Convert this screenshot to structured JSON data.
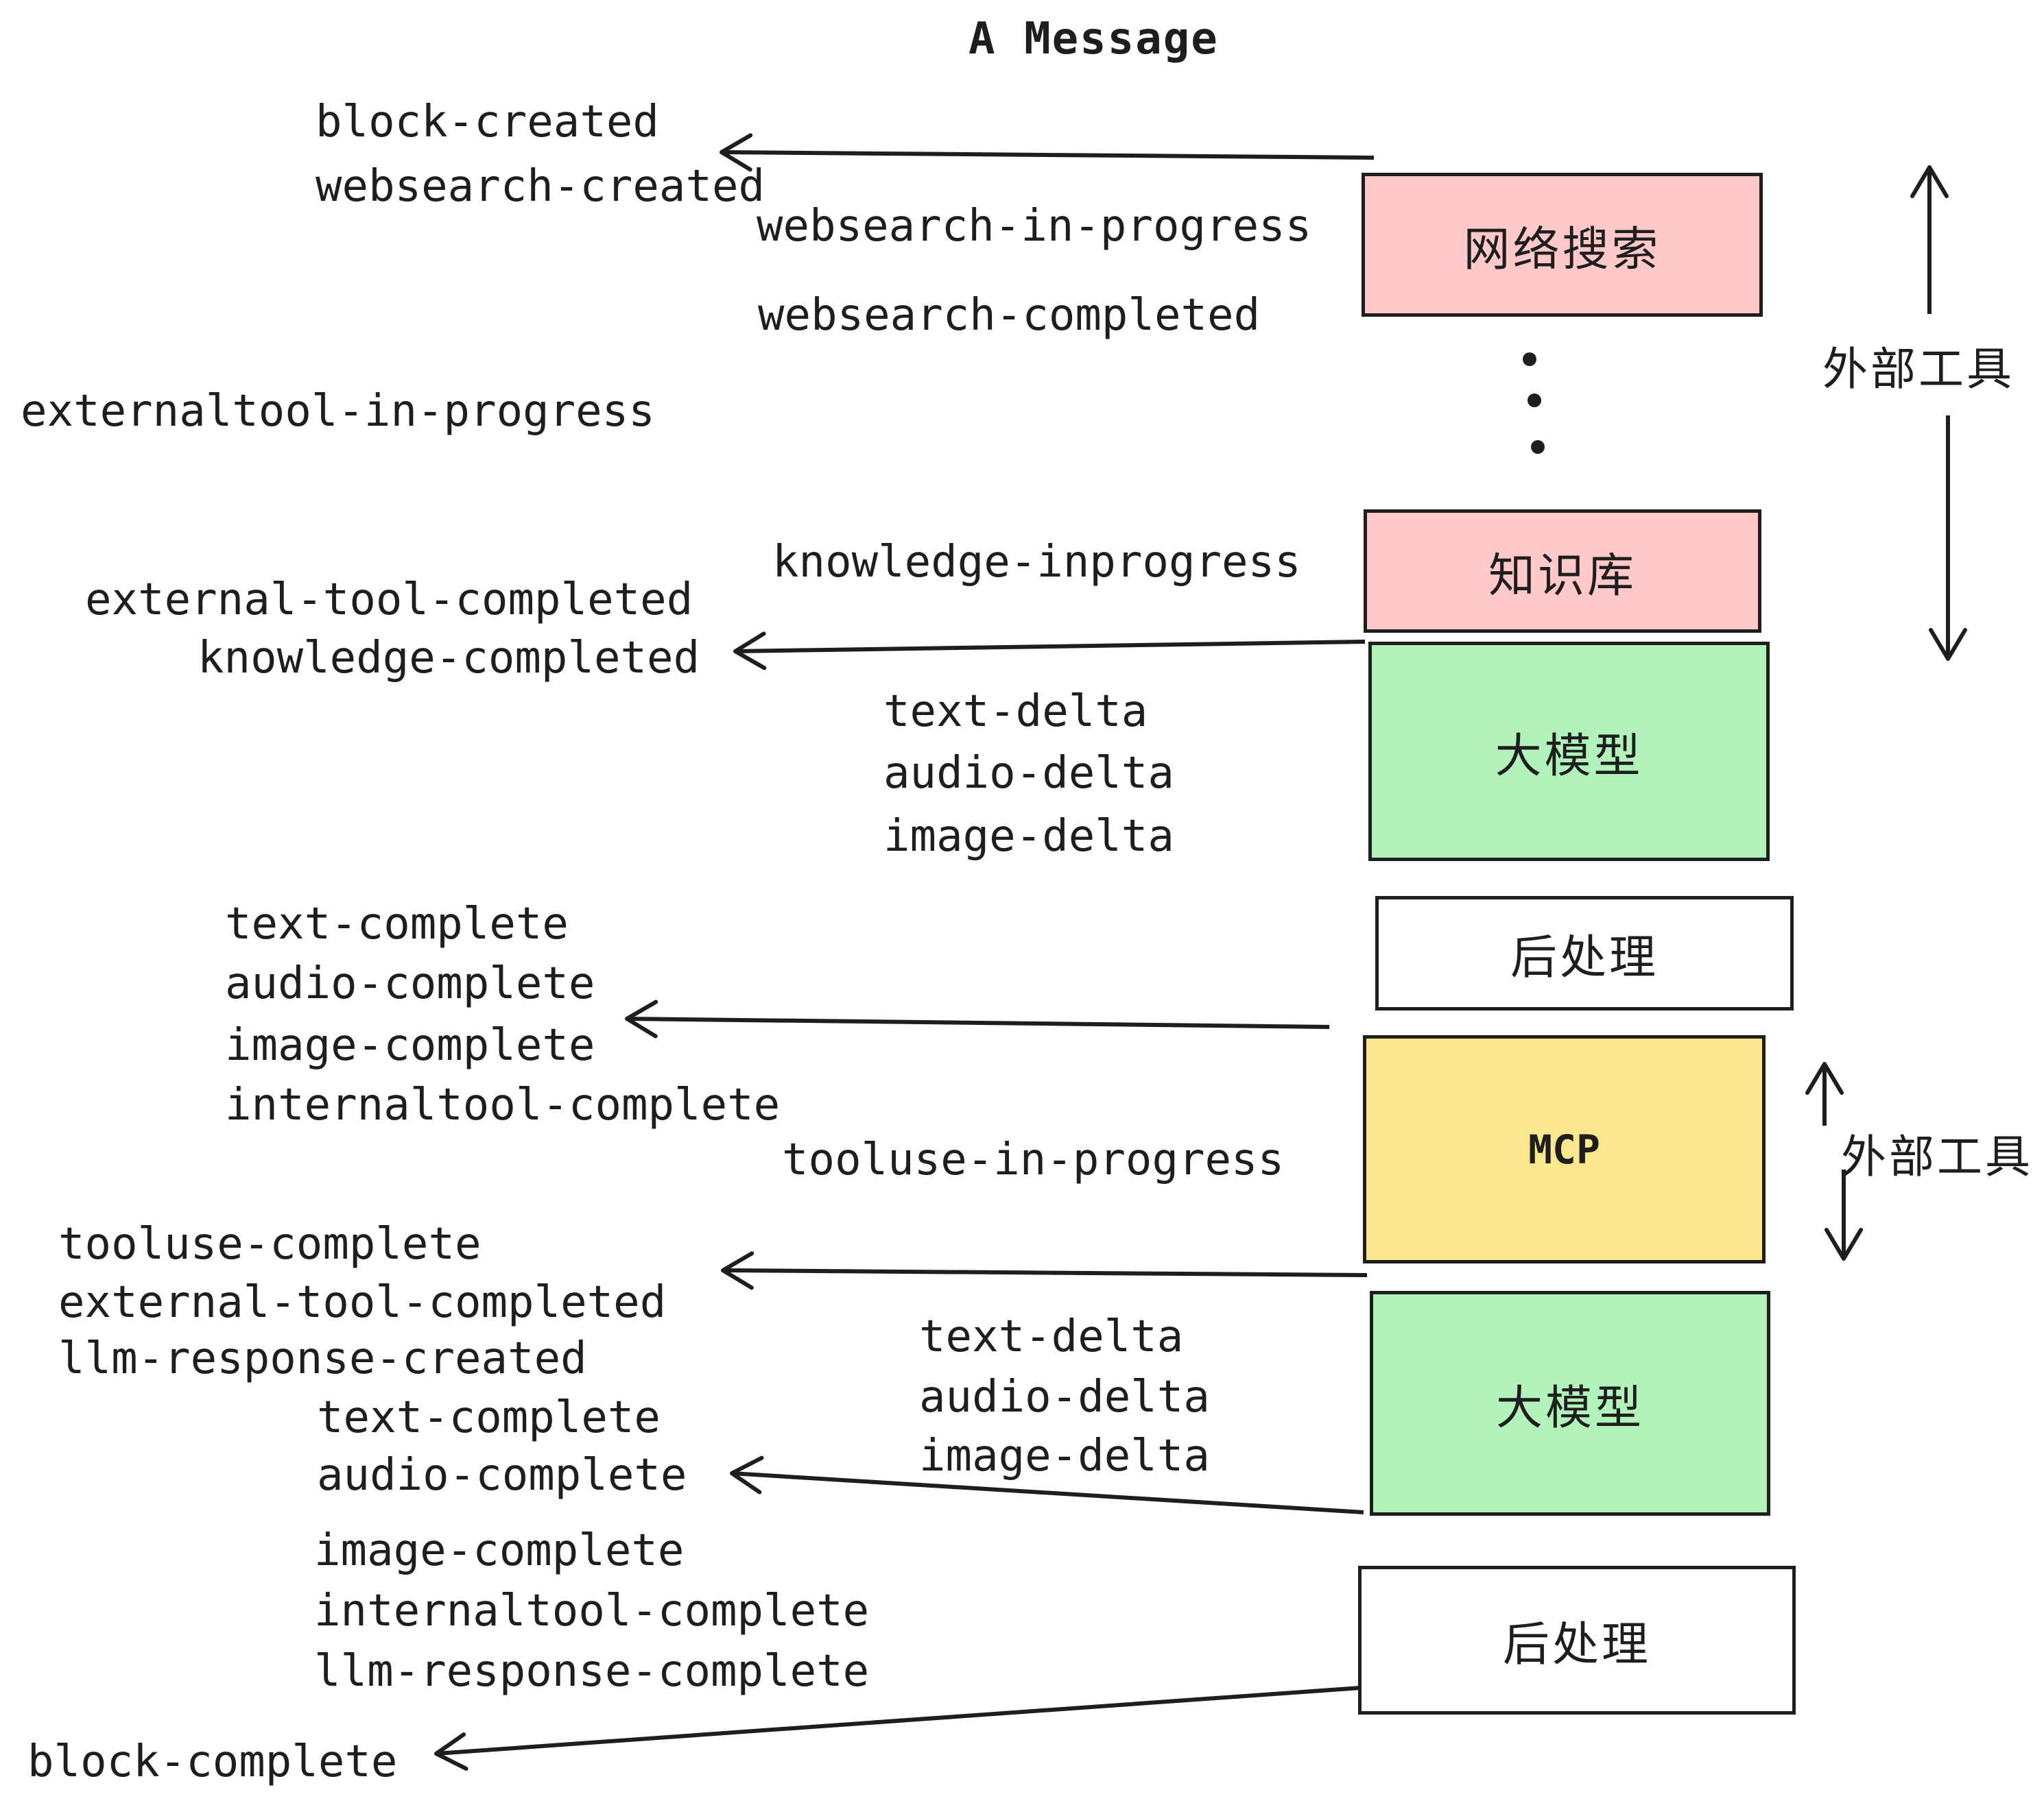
{
  "title": "A Message",
  "colors": {
    "ink": "#1e1e1e",
    "pink": "#ffc9c9",
    "green": "#b2f2bb",
    "yellow": "#fbe88e",
    "white": "#ffffff"
  },
  "nodes": [
    {
      "id": "websearch",
      "label": "网络搜索",
      "fill": "pink"
    },
    {
      "id": "knowledge",
      "label": "知识库",
      "fill": "pink"
    },
    {
      "id": "llm-top",
      "label": "大模型",
      "fill": "green"
    },
    {
      "id": "postprocess-top",
      "label": "后处理",
      "fill": "white"
    },
    {
      "id": "mcp",
      "label": "MCP",
      "fill": "yellow"
    },
    {
      "id": "llm-bottom",
      "label": "大模型",
      "fill": "green"
    },
    {
      "id": "postprocess-bottom",
      "label": "后处理",
      "fill": "white"
    }
  ],
  "events": [
    "block-created",
    "websearch-created",
    "websearch-in-progress",
    "websearch-completed",
    "externaltool-in-progress",
    "knowledge-inprogress",
    "external-tool-completed",
    "knowledge-completed",
    "text-delta",
    "audio-delta",
    "image-delta",
    "text-complete",
    "audio-complete",
    "image-complete",
    "internaltool-complete",
    "tooluse-in-progress",
    "tooluse-complete",
    "external-tool-completed",
    "llm-response-created",
    "text-delta",
    "audio-delta",
    "image-delta",
    "text-complete",
    "audio-complete",
    "image-complete",
    "internaltool-complete",
    "llm-response-complete",
    "block-complete"
  ],
  "annotations": {
    "external_tools_top": "外部工具",
    "external_tools_bottom": "外部工具"
  }
}
